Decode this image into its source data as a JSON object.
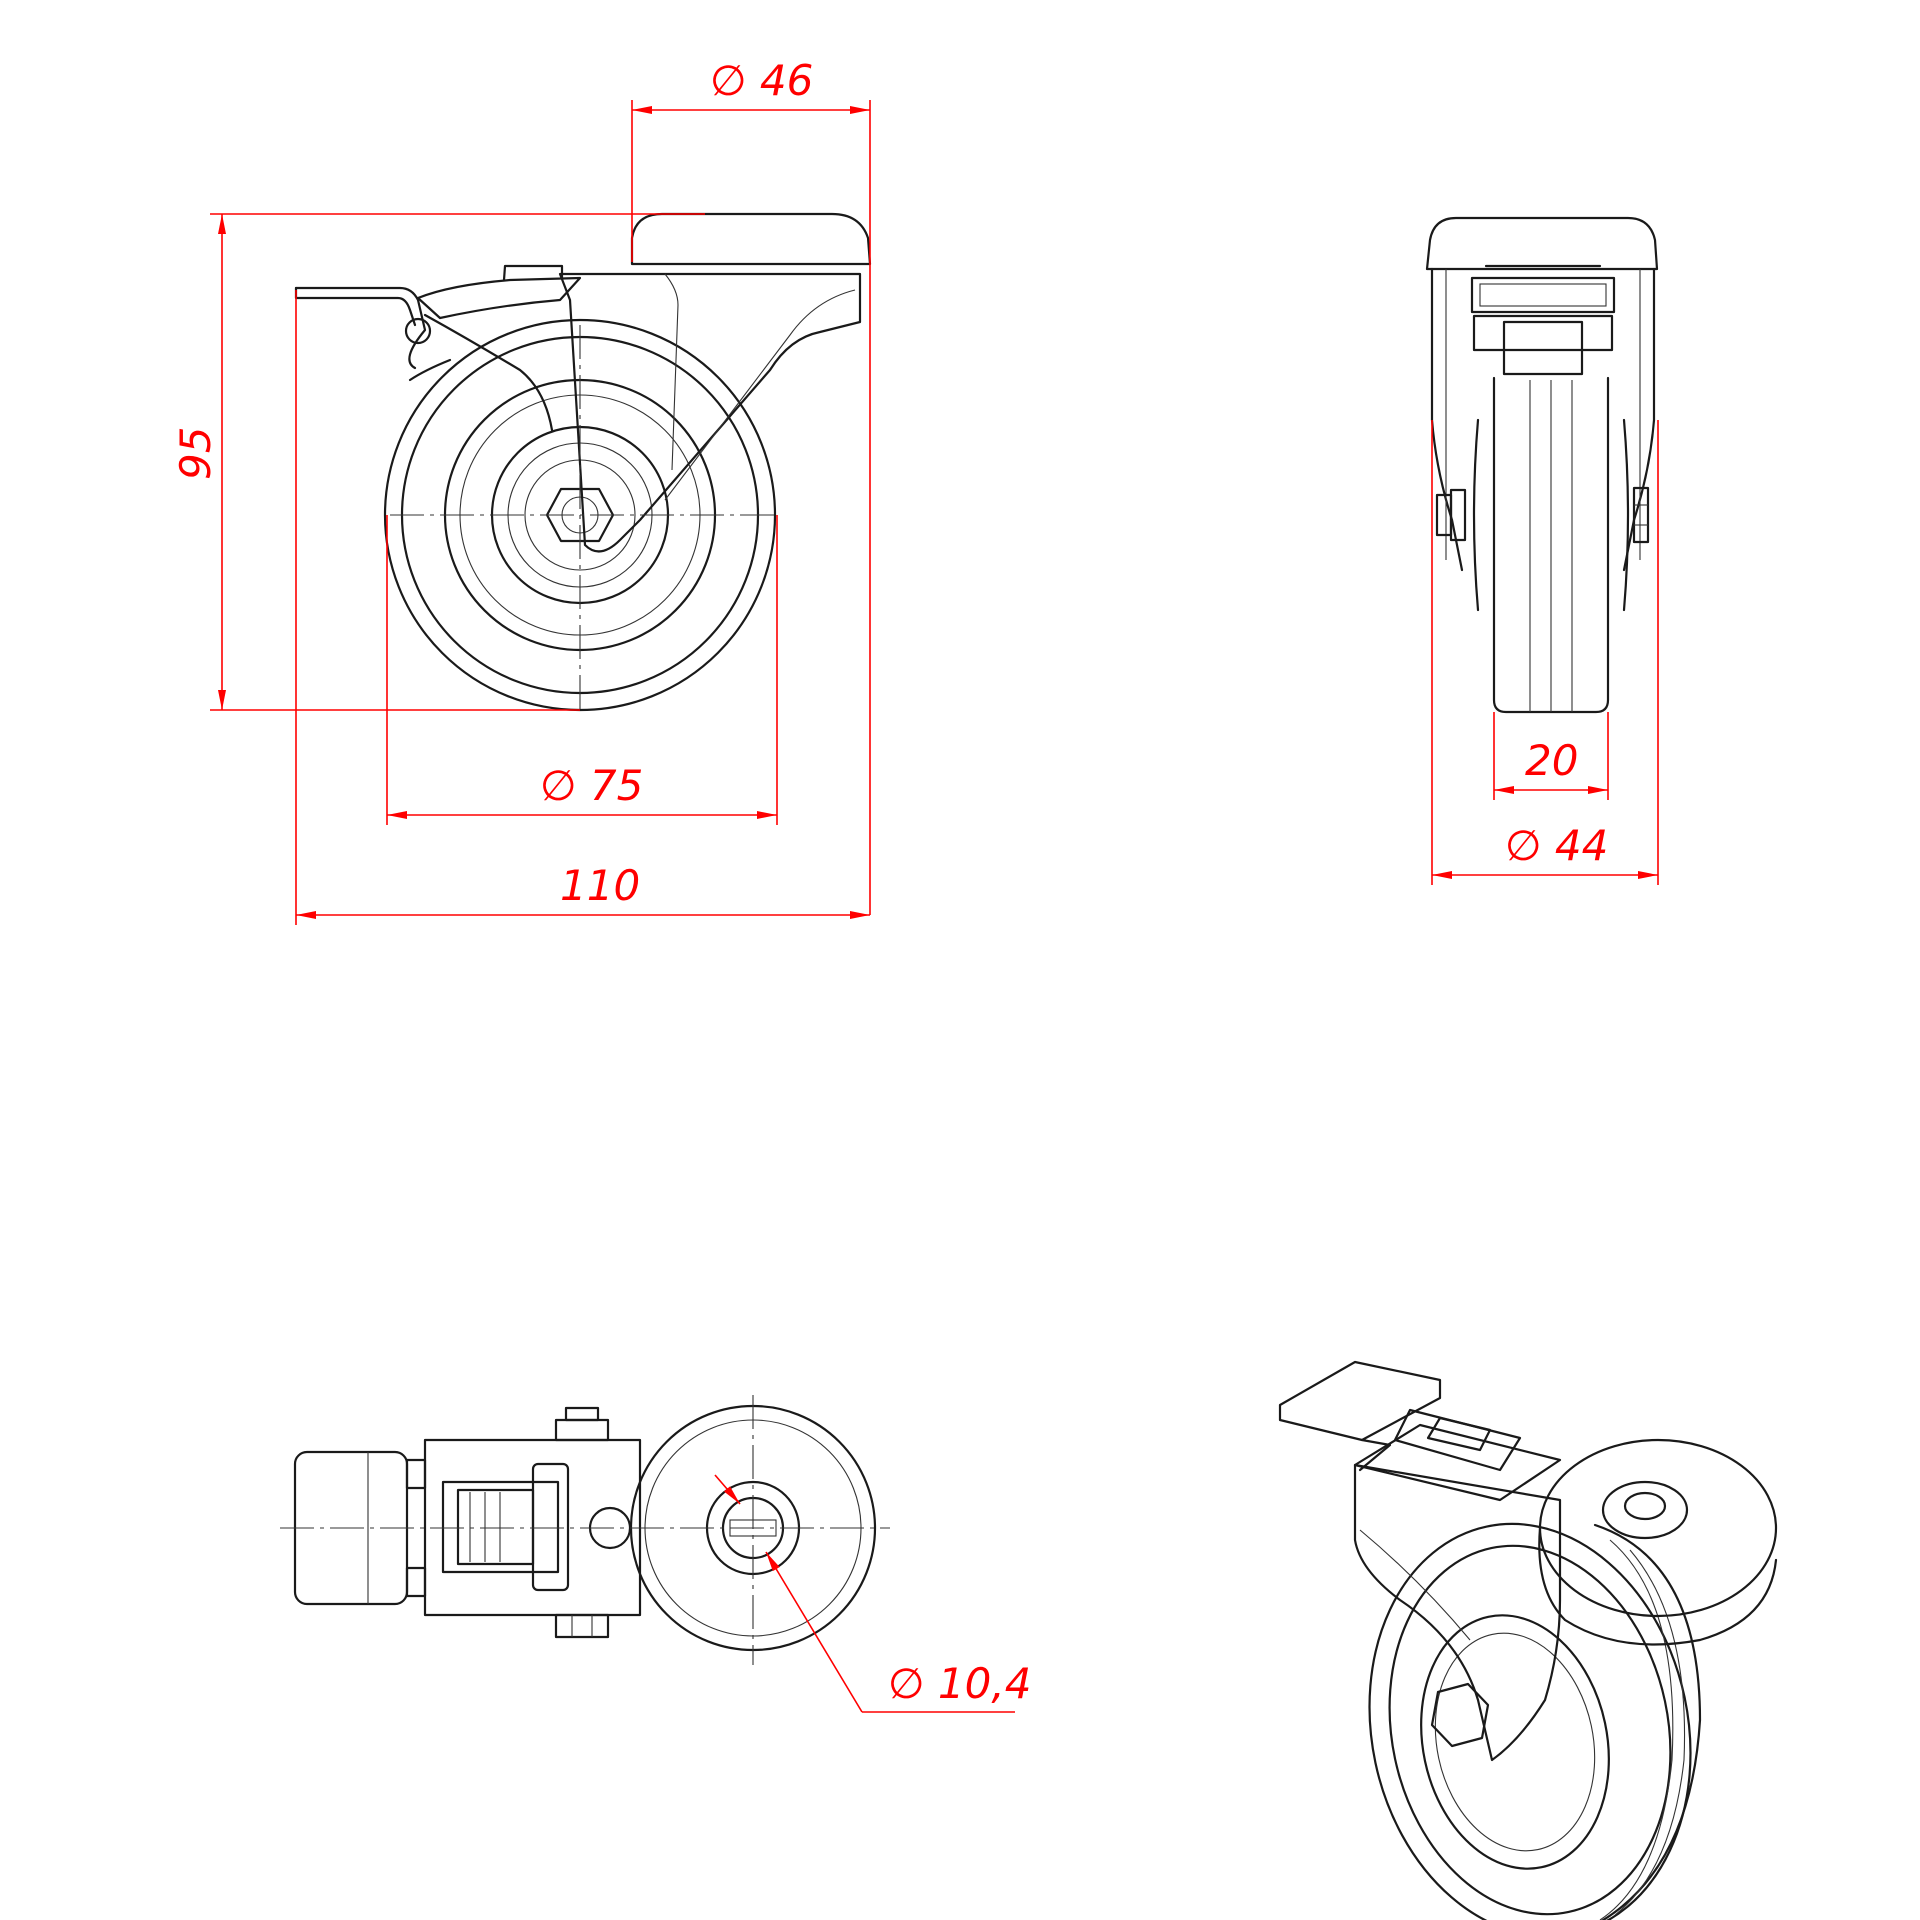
{
  "dimensions": {
    "top_diameter": "∅ 46",
    "height": "95",
    "wheel_diameter": "∅ 75",
    "overall_length": "110",
    "wheel_width": "20",
    "plate_diameter": "∅ 44",
    "bolt_hole_diameter": "∅ 10,4"
  },
  "colors": {
    "dimension": "#ff0000",
    "outline": "#1a1a1a"
  }
}
